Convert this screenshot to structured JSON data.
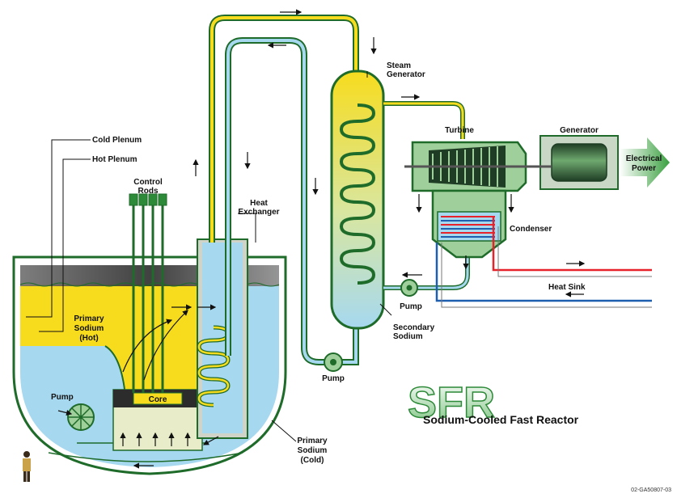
{
  "labels": {
    "cold_plenum": "Cold Plenum",
    "hot_plenum": "Hot Plenum",
    "control_rods_1": "Control",
    "control_rods_2": "Rods",
    "heat_exchanger_1": "Heat",
    "heat_exchanger_2": "Exchanger",
    "steam_generator_1": "Steam",
    "steam_generator_2": "Generator",
    "turbine": "Turbine",
    "generator": "Generator",
    "electrical_power_1": "Electrical",
    "electrical_power_2": "Power",
    "condenser": "Condenser",
    "heat_sink": "Heat Sink",
    "pump_secondary_sg": "Pump",
    "pump_secondary_low": "Pump",
    "pump_primary": "Pump",
    "secondary_sodium_1": "Secondary",
    "secondary_sodium_2": "Sodium",
    "primary_hot_1": "Primary",
    "primary_hot_2": "Sodium",
    "primary_hot_3": "(Hot)",
    "primary_cold_1": "Primary",
    "primary_cold_2": "Sodium",
    "primary_cold_3": "(Cold)",
    "core": "Core"
  },
  "branding": {
    "logo": "SFR",
    "subtitle": "Sodium-Cooled Fast Reactor",
    "doc_id": "02-GA50807-03"
  },
  "colors": {
    "hot_sodium": "#f7dc1e",
    "cold_sodium": "#a6d8f0",
    "pipe_outline": "#1e6b2a",
    "hot_water": "#e8222a",
    "cold_water": "#1f5fb0",
    "turbine_green": "#9fcf9a",
    "arrow_green": "#3aa040"
  }
}
